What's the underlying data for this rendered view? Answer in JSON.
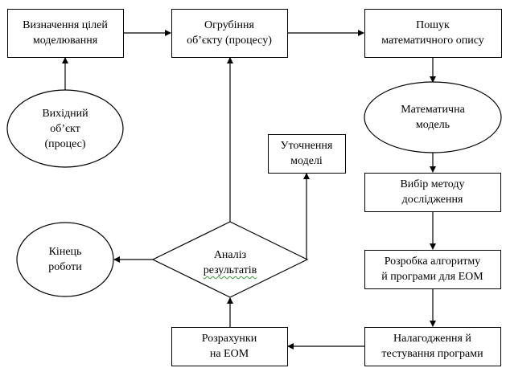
{
  "diagram": {
    "type": "flowchart",
    "language": "uk",
    "nodes": [
      {
        "id": "goals",
        "shape": "rectangle",
        "lines": [
          "Визначення цілей",
          "моделювання"
        ]
      },
      {
        "id": "coarsen",
        "shape": "rectangle",
        "lines": [
          "Огрубіння",
          "об’єкту (процесу)"
        ]
      },
      {
        "id": "search",
        "shape": "rectangle",
        "lines": [
          "Пошук",
          "математичного опису"
        ]
      },
      {
        "id": "source",
        "shape": "ellipse",
        "lines": [
          "Вихідний",
          "об’єкт",
          "(процес)"
        ]
      },
      {
        "id": "mathmodel",
        "shape": "ellipse",
        "lines": [
          "Математична",
          "модель"
        ]
      },
      {
        "id": "refine",
        "shape": "rectangle",
        "lines": [
          "Уточнення",
          "моделі"
        ]
      },
      {
        "id": "method",
        "shape": "rectangle",
        "lines": [
          "Вибір методу",
          "дослідження"
        ]
      },
      {
        "id": "analysis",
        "shape": "diamond",
        "lines": [
          "Аналіз",
          "результатів"
        ]
      },
      {
        "id": "end",
        "shape": "ellipse",
        "lines": [
          "Кінець",
          "роботи"
        ]
      },
      {
        "id": "algorithm",
        "shape": "rectangle",
        "lines": [
          "Розробка алгоритму",
          "й програми для ЕОМ"
        ]
      },
      {
        "id": "compute",
        "shape": "rectangle",
        "lines": [
          "Розрахунки",
          "на ЕОМ"
        ]
      },
      {
        "id": "debug",
        "shape": "rectangle",
        "lines": [
          "Налагодження й",
          "тестування програми"
        ]
      }
    ],
    "edges": [
      {
        "from": "source",
        "to": "goals"
      },
      {
        "from": "goals",
        "to": "coarsen"
      },
      {
        "from": "coarsen",
        "to": "search"
      },
      {
        "from": "search",
        "to": "mathmodel"
      },
      {
        "from": "mathmodel",
        "to": "method"
      },
      {
        "from": "method",
        "to": "algorithm"
      },
      {
        "from": "algorithm",
        "to": "debug"
      },
      {
        "from": "debug",
        "to": "compute"
      },
      {
        "from": "compute",
        "to": "analysis"
      },
      {
        "from": "analysis",
        "to": "end"
      },
      {
        "from": "analysis",
        "to": "coarsen"
      },
      {
        "from": "analysis",
        "to": "refine"
      }
    ],
    "colors": {
      "stroke": "#000000",
      "fill": "#ffffff",
      "text": "#000000",
      "spellcheck": "#3a9b3a"
    }
  }
}
